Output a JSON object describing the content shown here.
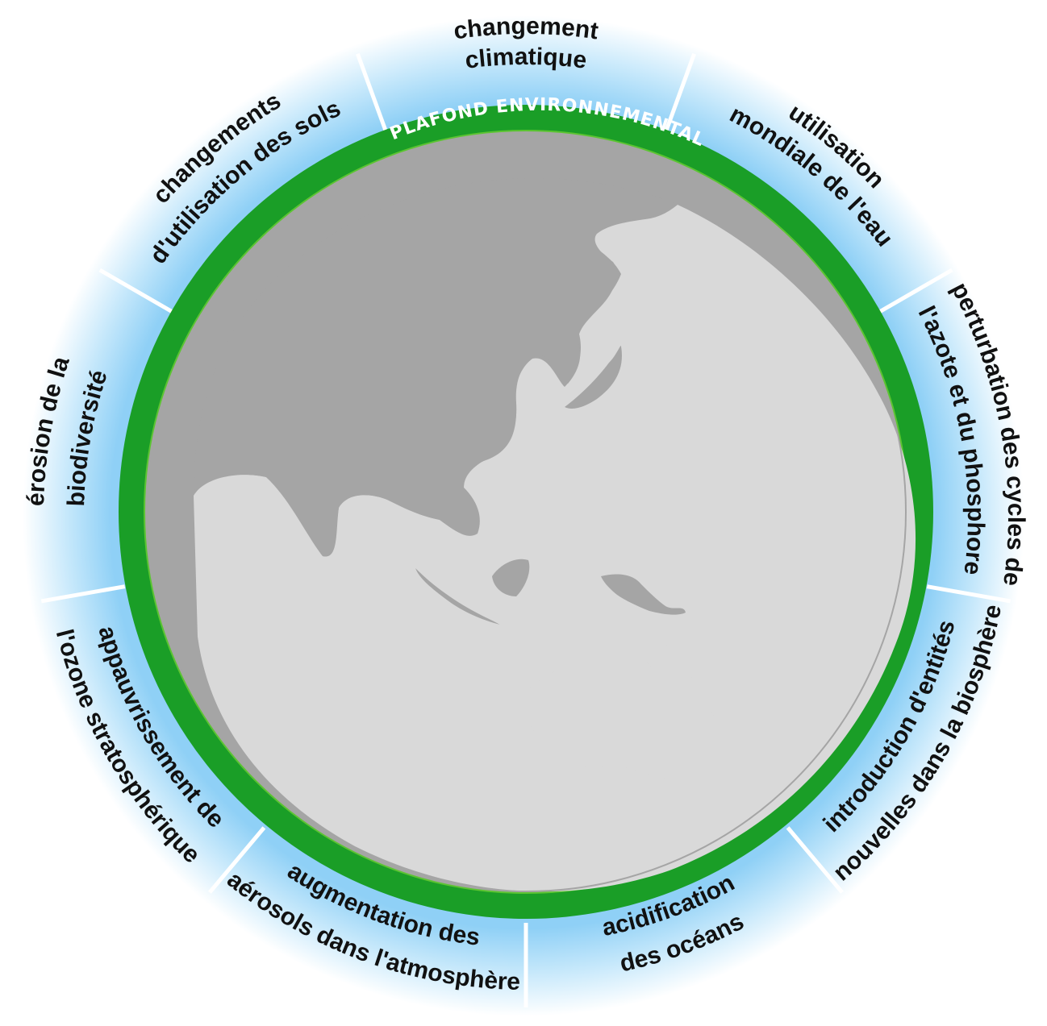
{
  "ceiling_label": "PLAFOND ENVIRONNEMENTAL",
  "colors": {
    "ring_green": "#1a9e27",
    "ring_edge": "#5cc432",
    "halo_blue": "#a6d9f7",
    "globe_ocean": "#a5a5a5",
    "globe_land": "#d9d9d9"
  },
  "boundaries": [
    {
      "id": "climate",
      "line1": "changement",
      "line2": "climatique"
    },
    {
      "id": "water",
      "line1": "utilisation",
      "line2": "mondiale de l'eau"
    },
    {
      "id": "nitrogen",
      "line1": "perturbation des cycles de",
      "line2": "l'azote et du phosphore"
    },
    {
      "id": "novel-entities",
      "line1": "introduction d'entités",
      "line2": "nouvelles dans la biosphère"
    },
    {
      "id": "ocean",
      "line1": "acidification",
      "line2": "des océans"
    },
    {
      "id": "aerosols",
      "line1": "augmentation des",
      "line2": "aérosols dans l'atmosphère"
    },
    {
      "id": "ozone",
      "line1": "appauvrissement de",
      "line2": "l'ozone stratosphérique"
    },
    {
      "id": "biodiversity",
      "line1": "érosion de la",
      "line2": "biodiversité"
    },
    {
      "id": "land",
      "line1": "changements",
      "line2": "d'utilisation des sols"
    }
  ]
}
